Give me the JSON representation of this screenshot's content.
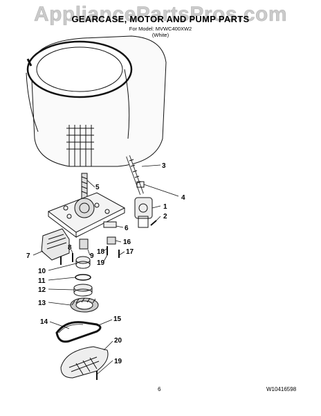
{
  "watermark": "AppliancePartsPros.com",
  "title": "GEARCASE, MOTOR AND PUMP PARTS",
  "for_model": "For Model: MVWC400XW2",
  "color_variant": "(White)",
  "page_number": "6",
  "doc_code": "W10416598",
  "callouts": [
    "3",
    "4",
    "1",
    "2",
    "5",
    "6",
    "16",
    "17",
    "18",
    "19",
    "7",
    "8",
    "9",
    "10",
    "11",
    "12",
    "13",
    "14",
    "15",
    "20",
    "19"
  ]
}
